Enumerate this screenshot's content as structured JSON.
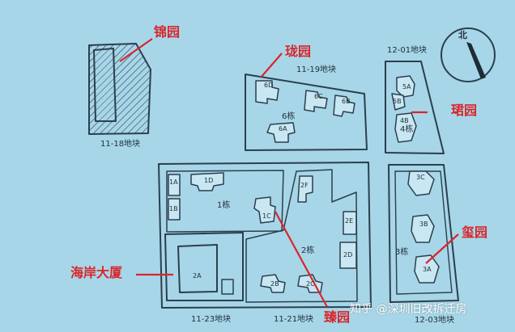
{
  "colors": {
    "background": "#a7d6e8",
    "line": "#2b3f4d",
    "callout": "#d9262b"
  },
  "north_label": "北",
  "callouts": {
    "jin": "锦园",
    "long": "珑园",
    "jun": "珺园",
    "xi": "玺园",
    "haian": "海岸大厦",
    "zhen": "臻园"
  },
  "parcels": {
    "p1118": "11-18地块",
    "p1119": "11-19地块",
    "p1201": "12-01地块",
    "p1123": "11-23地块",
    "p1121": "11-21地块",
    "p1203": "12-03地块"
  },
  "plot_labels": {
    "b6": "6栋",
    "b4": "4栋",
    "b1": "1栋",
    "b2": "2栋",
    "b3": "3栋"
  },
  "building_labels": {
    "d6d": "6D",
    "d6c": "6C",
    "d6b": "6B",
    "d6a": "6A",
    "d5a": "5A",
    "d5b": "5B",
    "d4b": "4B",
    "d1a": "1A",
    "d1b": "1B",
    "d1d": "1D",
    "d1c": "1C",
    "d2f": "2F",
    "d2e": "2E",
    "d2d": "2D",
    "d2b": "2B",
    "d2c": "2C",
    "d3c": "3C",
    "d3b": "3B",
    "d3a": "3A",
    "d2a": "2A"
  },
  "watermark": "知乎 @深圳旧改拆迁房"
}
